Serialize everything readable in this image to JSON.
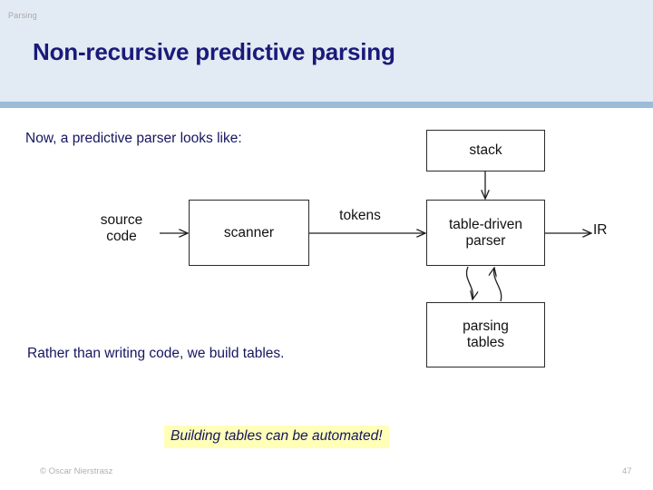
{
  "slide": {
    "kicker": "Parsing",
    "title": "Non-recursive predictive parsing",
    "intro_text": "Now, a predictive parser looks like:",
    "conclusion_text": "Rather than writing code, we build tables.",
    "callout_text": "Building tables can be automated!",
    "footer": {
      "copyright": "© Oscar Nierstrasz",
      "page_number": "47"
    },
    "colors": {
      "header_background": "#e2eaf3",
      "header_rule": "#9bbbd8",
      "title_text": "#1a1a7a",
      "body_text": "#151560",
      "callout_highlight": "#ffffb8",
      "footer_text": "#b0b0b0",
      "diagram_stroke": "#2b2b2b"
    }
  },
  "diagram": {
    "name": "predictive-parser-pipeline",
    "boxes": [
      {
        "id": "scanner",
        "label": "scanner"
      },
      {
        "id": "stack",
        "label": "stack"
      },
      {
        "id": "parser",
        "label": "table-driven\nparser"
      },
      {
        "id": "tables",
        "label": "parsing\ntables"
      }
    ],
    "labels": [
      {
        "id": "source",
        "text": "source\ncode"
      },
      {
        "id": "tokens",
        "text": "tokens"
      },
      {
        "id": "ir",
        "text": "IR"
      }
    ],
    "edges": [
      {
        "from": "source",
        "to": "scanner",
        "kind": "straight-arrow"
      },
      {
        "from": "scanner",
        "to": "parser",
        "kind": "straight-arrow",
        "label": "tokens"
      },
      {
        "from": "stack",
        "to": "parser",
        "kind": "straight-arrow"
      },
      {
        "from": "parser",
        "to": "ir",
        "kind": "straight-arrow"
      },
      {
        "from": "parser",
        "to": "tables",
        "kind": "curved-arrow"
      },
      {
        "from": "tables",
        "to": "parser",
        "kind": "curved-arrow"
      }
    ]
  }
}
